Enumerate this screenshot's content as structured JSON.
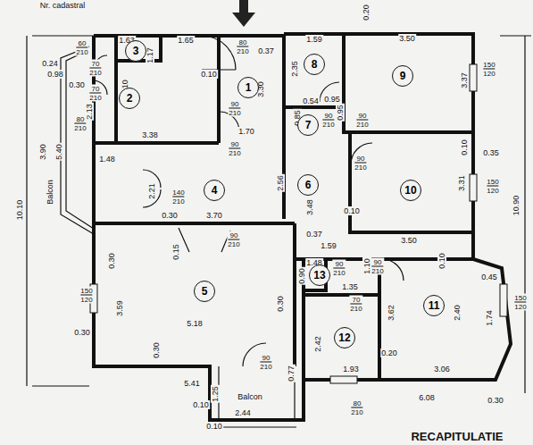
{
  "diagram": {
    "nodes": [
      {
        "text": [
          "3"
        ]
      },
      {
        "text": [
          "2"
        ]
      },
      {
        "text": [
          "1"
        ]
      },
      {
        "text": [
          "8"
        ]
      },
      {
        "text": [
          "9"
        ]
      },
      {
        "text": [
          "7"
        ]
      },
      {
        "text": [
          "4"
        ]
      },
      {
        "text": [
          "6"
        ]
      },
      {
        "text": [
          "10"
        ]
      },
      {
        "text": [
          "5"
        ]
      },
      {
        "text": [
          "13"
        ]
      },
      {
        "text": [
          "12"
        ]
      },
      {
        "text": [
          "11"
        ]
      }
    ],
    "labels": [
      "Nr. cadastral",
      "1.63",
      "1.65",
      "60",
      "210",
      "1.17",
      "0.24",
      "0.98",
      "70",
      "210",
      "0.30",
      "70",
      "210",
      "0.10",
      "2.13",
      "80",
      "210",
      "3.38",
      "3.90",
      "5.40",
      "Balcon",
      "10.10",
      "1.48",
      "2.21",
      "140",
      "210",
      "0.30",
      "3.70",
      "80",
      "210",
      "0.37",
      "0.10",
      "3.30",
      "90",
      "210",
      "1.70",
      "90",
      "210",
      "2.56",
      "3.48",
      "0.37",
      "90",
      "210",
      "0.20",
      "1.59",
      "3.50",
      "2.35",
      "3.37",
      "150",
      "120",
      "0.54",
      "0.95",
      "0.95",
      "0.85",
      "90",
      "210",
      "90",
      "210",
      "90",
      "210",
      "0.10",
      "0.35",
      "3.31",
      "150",
      "120",
      "0.10",
      "1.59",
      "3.50",
      "10.90",
      "1.48",
      "0.90",
      "90",
      "210",
      "1.10",
      "90",
      "210",
      "0.10",
      "0.45",
      "1.35",
      "70",
      "210",
      "3.62",
      "2.40",
      "1.74",
      "150",
      "120",
      "2.42",
      "0.20",
      "1.93",
      "3.06",
      "0.30",
      "0.15",
      "3.59",
      "5.18",
      "0.30",
      "150",
      "120",
      "0.30",
      "0.30",
      "90",
      "210",
      "5.41",
      "1.25",
      "Balcon",
      "0.77",
      "0.10",
      "2.44",
      "0.10",
      "80",
      "210",
      "6.08",
      "0.30",
      "RECAPITULATIE"
    ]
  }
}
